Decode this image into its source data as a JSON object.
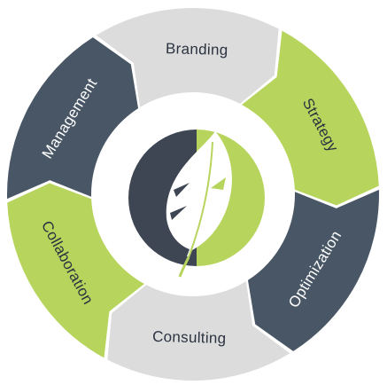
{
  "segments": [
    {
      "key": "strategy",
      "label": "Strategy",
      "fill": "#b7d45c",
      "text_color": "#2b3340"
    },
    {
      "key": "optimization",
      "label": "Optimization",
      "fill": "#485665",
      "text_color": "#ffffff"
    },
    {
      "key": "consulting",
      "label": "Consulting",
      "fill": "#dcdcdd",
      "text_color": "#2b3340"
    },
    {
      "key": "collaboration",
      "label": "Collaboration",
      "fill": "#b7d45c",
      "text_color": "#2b3340"
    },
    {
      "key": "management",
      "label": "Management",
      "fill": "#485665",
      "text_color": "#ffffff"
    },
    {
      "key": "branding",
      "label": "Branding",
      "fill": "#dcdcdd",
      "text_color": "#2b3340"
    }
  ],
  "center_logo": {
    "icon": "feather-icon",
    "left_color": "#3e4553",
    "right_color": "#b7d45c",
    "feather_color": "#ffffff"
  }
}
